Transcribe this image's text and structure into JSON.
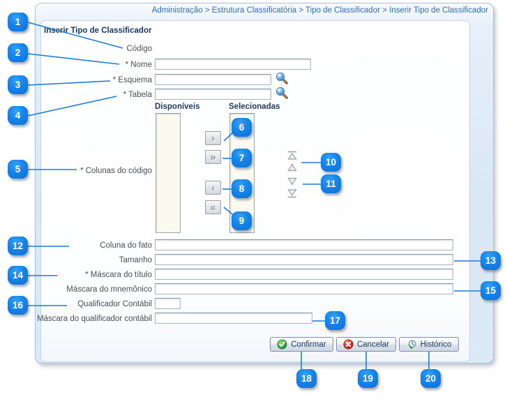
{
  "breadcrumb": "Administração > Estrutura Classificatória > Tipo de Classificador > Inserir Tipo de Classificador",
  "page_title": "Inserir Tipo de Classificador",
  "labels": {
    "codigo": "Código",
    "nome": "* Nome",
    "esquema": "* Esquema",
    "tabela": "* Tabela",
    "disponiveis": "Disponíveis",
    "selecionadas": "Selecionadas",
    "colunas_codigo": "* Colunas do código",
    "coluna_fato": "Coluna do fato",
    "tamanho": "Tamanho",
    "mascara_titulo": "* Máscara do título",
    "mascara_mnemonico": "Máscara do mnemônico",
    "qualificador_contabil": "Qualificador Contábil",
    "mascara_qualificador": "Máscara do qualificador contábil"
  },
  "inputs": {
    "nome": "",
    "esquema": "",
    "tabela": "",
    "coluna_fato": "",
    "tamanho": "",
    "mascara_titulo": "",
    "mascara_mnemonico": "",
    "qualificador_contabil": "",
    "mascara_qualificador": ""
  },
  "shuttle": {
    "move_right_icon": "›",
    "move_all_right_icon": "»",
    "move_left_icon": "‹",
    "move_all_left_icon": "«"
  },
  "buttons": {
    "confirmar": "Confirmar",
    "cancelar": "Cancelar",
    "historico": "Histórico"
  },
  "icons": {
    "esquema_lookup": "magnifier",
    "tabela_lookup": "magnifier",
    "confirmar": "green-check-circle",
    "cancelar": "red-x-circle",
    "historico": "history-clock",
    "reorder": [
      "move-top",
      "move-up",
      "move-down",
      "move-bottom"
    ]
  },
  "callouts": [
    "1",
    "2",
    "3",
    "4",
    "5",
    "6",
    "7",
    "8",
    "9",
    "10",
    "11",
    "12",
    "13",
    "14",
    "15",
    "16",
    "17",
    "18",
    "19",
    "20"
  ],
  "colors": {
    "callout_blue": "#1583ea",
    "breadcrumb_blue": "#2a6db8",
    "title_navy": "#17375e",
    "confirm_green": "#35a33c",
    "cancel_red": "#cc2c20",
    "panel_blue": "#d9e7f5"
  }
}
